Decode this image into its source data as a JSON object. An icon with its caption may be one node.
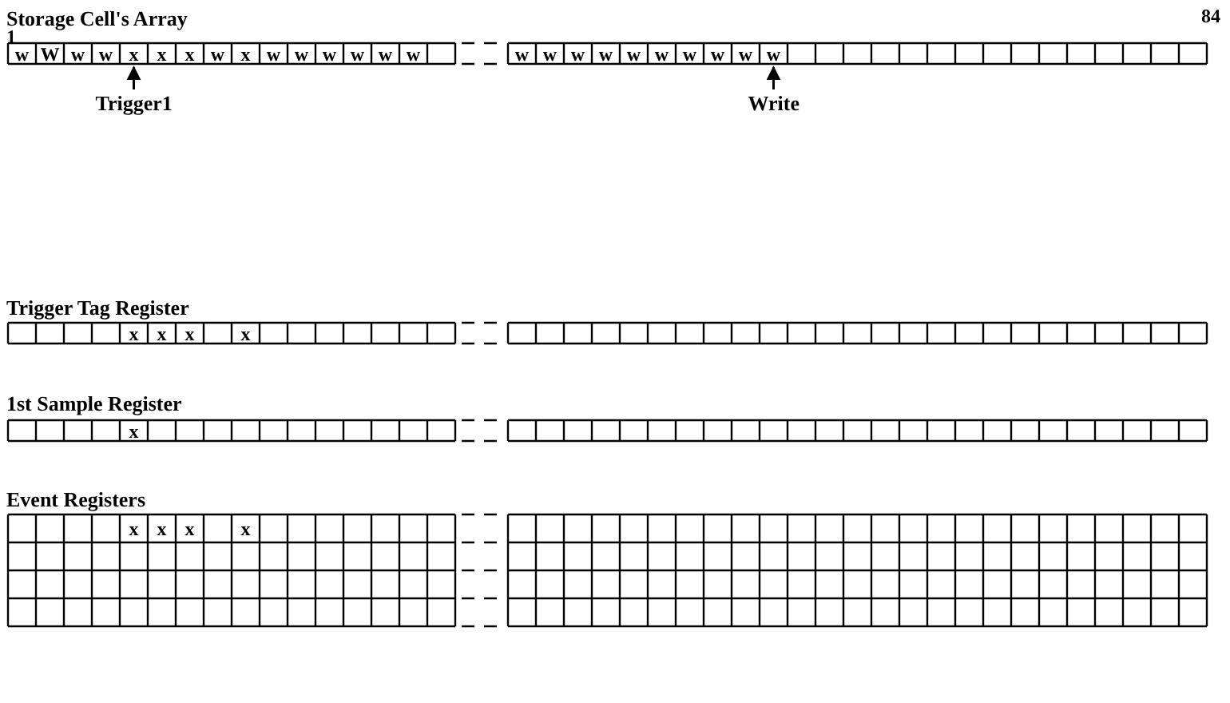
{
  "diagram": {
    "nodes": [
      {
        "text": [
          "Storage Cell's Array"
        ]
      },
      {
        "text": [
          "w"
        ],
        "in": 0
      },
      {
        "text": [
          "W"
        ],
        "in": 0
      },
      {
        "text": [
          "w"
        ],
        "in": 0
      },
      {
        "text": [
          "w"
        ],
        "in": 0
      },
      {
        "text": [
          "x"
        ],
        "in": 0
      },
      {
        "text": [
          "x"
        ],
        "in": 0
      },
      {
        "text": [
          "x"
        ],
        "in": 0
      },
      {
        "text": [
          "w"
        ],
        "in": 0
      },
      {
        "text": [
          "x"
        ],
        "in": 0
      },
      {
        "text": [
          "w"
        ],
        "in": 0
      },
      {
        "text": [
          "w"
        ],
        "in": 0
      },
      {
        "text": [
          "w"
        ],
        "in": 0
      },
      {
        "text": [
          "w"
        ],
        "in": 0
      },
      {
        "text": [
          "w"
        ],
        "in": 0
      },
      {
        "text": [
          "w"
        ],
        "in": 0
      },
      {
        "text": [
          "w"
        ],
        "in": 0
      },
      {
        "text": [
          "w"
        ],
        "in": 0
      },
      {
        "text": [
          "w"
        ],
        "in": 0
      },
      {
        "text": [
          "w"
        ],
        "in": 0
      },
      {
        "text": [
          "w"
        ],
        "in": 0
      },
      {
        "text": [
          "w"
        ],
        "in": 0
      },
      {
        "text": [
          "w"
        ],
        "in": 0
      },
      {
        "text": [
          "w"
        ],
        "in": 0
      },
      {
        "text": [
          "w"
        ],
        "in": 0
      },
      {
        "text": [
          "w"
        ],
        "in": 0
      },
      {
        "text": [
          "Trigger1"
        ]
      },
      {
        "text": [
          "Write"
        ]
      },
      {
        "text": [
          "Trigger Tag Register"
        ]
      },
      {
        "text": [
          "x"
        ],
        "in": 28
      },
      {
        "text": [
          "x"
        ],
        "in": 28
      },
      {
        "text": [
          "x"
        ],
        "in": 28
      },
      {
        "text": [
          "x"
        ],
        "in": 28
      },
      {
        "text": [
          "1st Sample Register"
        ]
      },
      {
        "text": [
          "x"
        ],
        "in": 33
      },
      {
        "text": [
          "Event Registers"
        ]
      },
      {
        "text": [
          "x"
        ],
        "in": 35
      },
      {
        "text": [
          "x"
        ],
        "in": 35
      },
      {
        "text": [
          "x"
        ],
        "in": 35
      },
      {
        "text": [
          "x"
        ],
        "in": 35
      }
    ],
    "edges": [
      {
        "from": 26,
        "to": 5,
        "arrow": "to"
      },
      {
        "from": 27,
        "to": 25,
        "arrow": "to"
      }
    ],
    "labels": [
      "1",
      "84"
    ]
  }
}
